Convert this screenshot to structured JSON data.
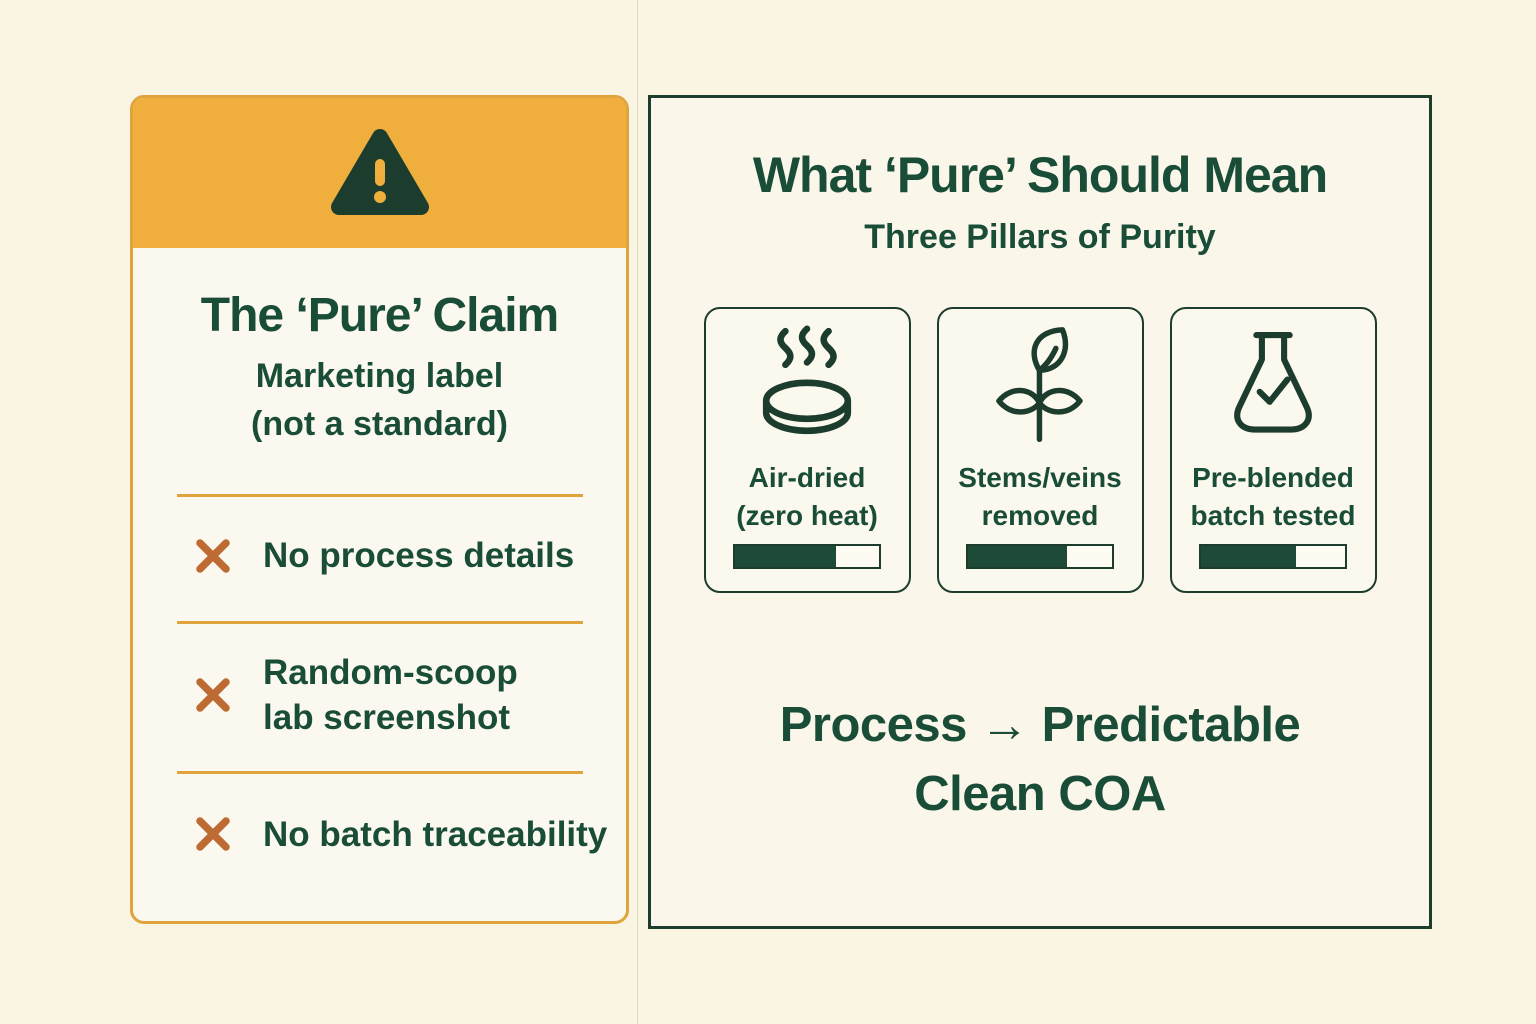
{
  "colors": {
    "page_bg": "#FAF4E3",
    "panel_bg": "#FBF9EF",
    "header_yellow": "#F0AE3C",
    "gold": "#DFA43C",
    "dark_green": "#1C3D2D",
    "text_green": "#1A4D38",
    "rust_x": "#BE6B33"
  },
  "claim_panel": {
    "title": "The ‘Pure’ Claim",
    "subtitle": [
      "Marketing label",
      "(not a standard)"
    ],
    "items": [
      {
        "lines": [
          "No process details"
        ]
      },
      {
        "lines": [
          "Random-scoop",
          "lab screenshot"
        ]
      },
      {
        "lines": [
          "No batch traceability"
        ]
      }
    ]
  },
  "pillars_panel": {
    "title": "What ‘Pure’ Should Mean",
    "subtitle": "Three Pillars of Purity",
    "pillars": [
      {
        "icon": "steam-disc-icon",
        "label_lines": [
          "Air-dried",
          "(zero heat)"
        ],
        "fill_percent": 70
      },
      {
        "icon": "plant-icon",
        "label_lines": [
          "Stems/veins",
          "removed"
        ],
        "fill_percent": 69
      },
      {
        "icon": "flask-check-icon",
        "label_lines": [
          "Pre-blended",
          "batch tested"
        ],
        "fill_percent": 66
      }
    ],
    "footer": [
      "Process → Predictable",
      "Clean COA"
    ]
  }
}
